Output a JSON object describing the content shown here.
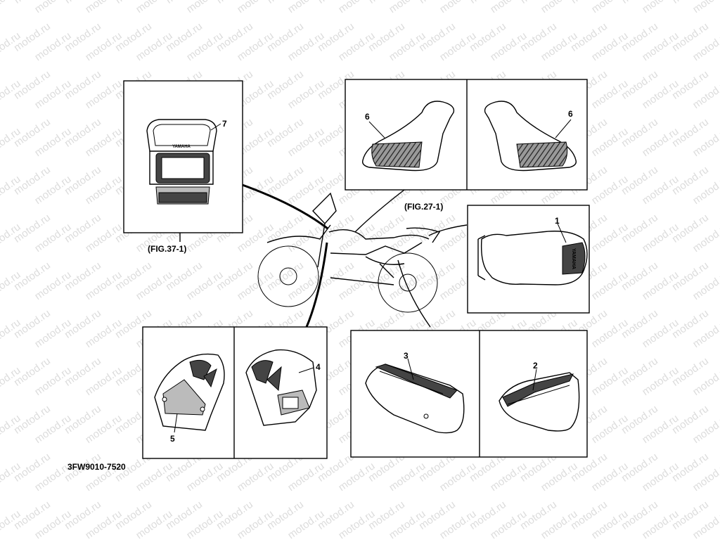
{
  "watermark": "motod.ru",
  "document_code": "3FW9010-7520",
  "figure_refs": {
    "left": "(FIG.37-1)",
    "top": "(FIG.27-1)"
  },
  "callouts": {
    "p1": "1",
    "p2": "2",
    "p3": "3",
    "p4": "4",
    "p5": "5",
    "p6a": "6",
    "p6b": "6",
    "p7": "7"
  },
  "emblems": {
    "headlight_brand": "YAMAHA",
    "seat_brand": "YAMAHA"
  }
}
